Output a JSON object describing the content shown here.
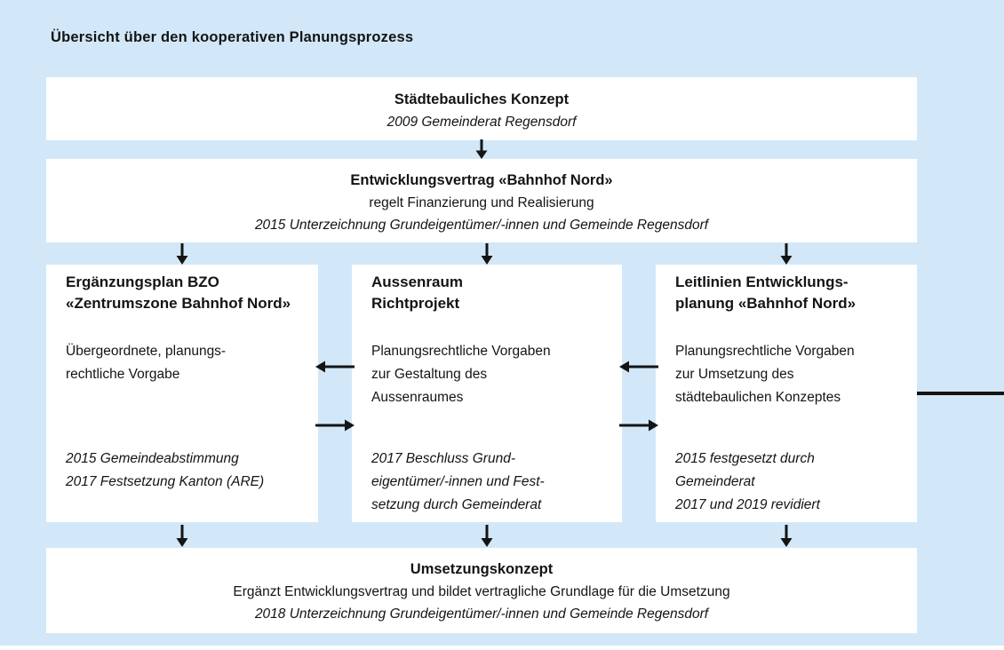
{
  "page": {
    "title": "Übersicht über den kooperativen Planungsprozess",
    "background_color": "#d2e8f8",
    "box_color": "#ffffff",
    "text_color": "#141414",
    "arrow_color": "#141414"
  },
  "boxes": {
    "konzept": {
      "title": "Städtebauliches Konzept",
      "meta": "2009 Gemeinderat Regensdorf"
    },
    "vertrag": {
      "title": "Entwicklungsvertrag «Bahnhof Nord»",
      "body": "regelt Finanzierung und Realisierung",
      "meta": "2015 Unterzeichnung Grundeigentümer/-innen und Gemeinde Regensdorf"
    },
    "ergaenzungsplan": {
      "title": "Ergänzungsplan BZO\n«Zentrumszone Bahnhof Nord»",
      "body": "Übergeordnete, planungs-\nrechtliche Vorgabe",
      "meta": "2015 Gemeindeabstimmung\n2017 Festsetzung Kanton (ARE)"
    },
    "aussenraum": {
      "title": "Aussenraum\nRichtprojekt",
      "body": "Planungsrechtliche Vorgaben\nzur Gestaltung des\nAussenraumes",
      "meta": "2017 Beschluss Grund-\neigentümer/-innen und Fest-\nsetzung durch Gemeinderat"
    },
    "leitlinien": {
      "title": "Leitlinien Entwicklungs-\nplanung «Bahnhof Nord»",
      "body": "Planungsrechtliche Vorgaben\nzur Umsetzung des\nstädtebaulichen Konzeptes",
      "meta": "2015 festgesetzt durch\nGemeinderat\n2017 und 2019 revidiert"
    },
    "umsetzung": {
      "title": "Umsetzungskonzept",
      "body": "Ergänzt Entwicklungsvertrag und bildet vertragliche Grundlage für die Umsetzung",
      "meta": "2018 Unterzeichnung Grundeigentümer/-innen und Gemeinde Regensdorf"
    }
  }
}
